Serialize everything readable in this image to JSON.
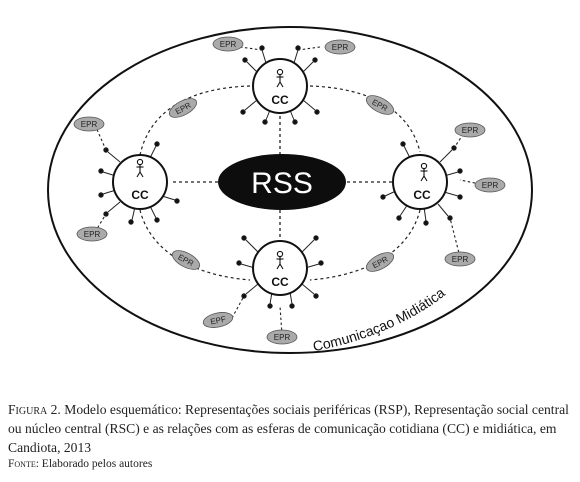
{
  "diagram": {
    "center_label": "RSS",
    "node_label": "CC",
    "peripheral_labels": {
      "top_left": "EPR",
      "top_right": "EPR",
      "top_diag_left": "EPR",
      "top_diag_right": "EPR",
      "left_top": "EPR",
      "left_bottom": "EPR",
      "right_top": "EPR",
      "right_mid": "EPR",
      "right_bottom": "EPR",
      "bottom_diag_left": "EPR",
      "bottom_diag_right": "EPR",
      "bottom_left": "EPF",
      "bottom_center": "EPR"
    },
    "outer_label": "Comunicaçao Midiática"
  },
  "caption": {
    "figure_label": "Figura 2.",
    "text": "Modelo esquemático: Representações sociais periféricas (RSP), Representação social central ou núcleo central (RSC) e as relações com as esferas de comunicação cotidiana (CC) e midiática, em Candiota, 2013",
    "source_label": "Fonte:",
    "source_text": "Elaborado pelos autores"
  }
}
